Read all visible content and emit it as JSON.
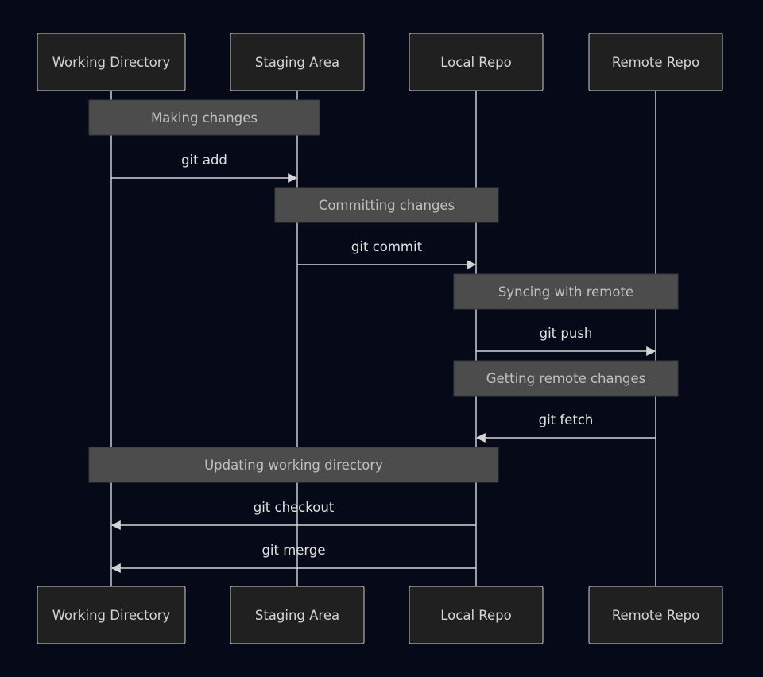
{
  "participants": [
    {
      "id": "wd",
      "label": "Working Directory"
    },
    {
      "id": "sa",
      "label": "Staging Area"
    },
    {
      "id": "lr",
      "label": "Local Repo"
    },
    {
      "id": "rr",
      "label": "Remote Repo"
    }
  ],
  "notes": [
    {
      "text": "Making changes",
      "over": [
        "wd",
        "sa"
      ]
    },
    {
      "text": "Committing changes",
      "over": [
        "sa",
        "lr"
      ]
    },
    {
      "text": "Syncing with remote",
      "over": [
        "lr",
        "rr"
      ]
    },
    {
      "text": "Getting remote changes",
      "over": [
        "lr",
        "rr"
      ]
    },
    {
      "text": "Updating working directory",
      "over": [
        "wd",
        "lr"
      ]
    }
  ],
  "messages": [
    {
      "from": "wd",
      "to": "sa",
      "label": "git add"
    },
    {
      "from": "sa",
      "to": "lr",
      "label": "git commit"
    },
    {
      "from": "lr",
      "to": "rr",
      "label": "git push"
    },
    {
      "from": "rr",
      "to": "lr",
      "label": "git fetch"
    },
    {
      "from": "lr",
      "to": "wd",
      "label": "git checkout"
    },
    {
      "from": "lr",
      "to": "wd",
      "label": "git merge"
    }
  ],
  "sequence": [
    {
      "kind": "note",
      "index": 0
    },
    {
      "kind": "message",
      "index": 0
    },
    {
      "kind": "note",
      "index": 1
    },
    {
      "kind": "message",
      "index": 1
    },
    {
      "kind": "note",
      "index": 2
    },
    {
      "kind": "message",
      "index": 2
    },
    {
      "kind": "note",
      "index": 3
    },
    {
      "kind": "message",
      "index": 3
    },
    {
      "kind": "note",
      "index": 4
    },
    {
      "kind": "message",
      "index": 4
    },
    {
      "kind": "message",
      "index": 5
    }
  ],
  "colors": {
    "background": "#060a18",
    "actor_fill": "#202020",
    "actor_border": "#cccccc",
    "note_fill": "#4c4c4c",
    "line": "#d4d4d4"
  }
}
